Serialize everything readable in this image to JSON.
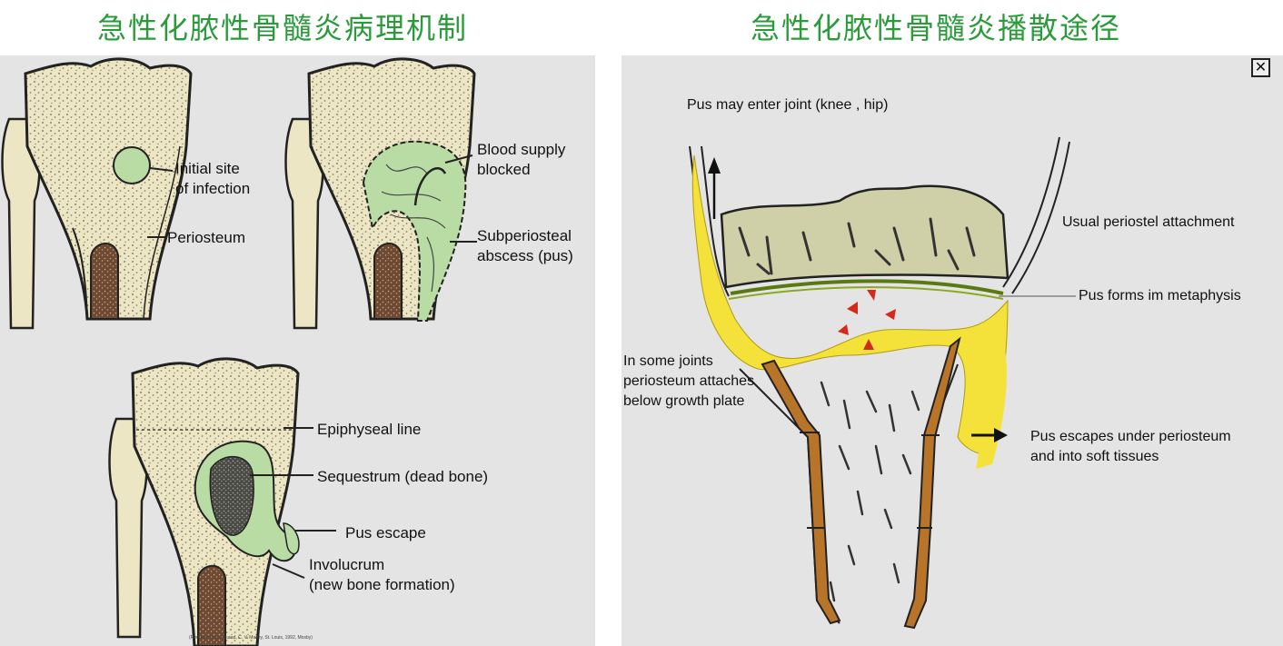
{
  "titles": {
    "left": "急性化脓性骨髓炎病理机制",
    "right": "急性化脓性骨髓炎播散途径"
  },
  "left_panel": {
    "fig1": {
      "initial_site": "Initial site\nof infection",
      "periosteum": "Periosteum"
    },
    "fig2": {
      "blood_supply": "Blood supply\nblocked",
      "subperiosteal": "Subperiosteal\nabscess (pus)"
    },
    "fig3": {
      "epiphyseal": "Epiphyseal line",
      "sequestrum": "Sequestrum (dead bone)",
      "pus_escape": "Pus escape",
      "involucrum": "Involucrum\n(new bone formation)"
    },
    "credit": "(Redrawn from Mourad, C. V. Mosby, St. Louis, 1992, Mosby)"
  },
  "right_panel": {
    "close_icon": "✕",
    "pus_joint": "Pus may enter joint (knee , hip)",
    "usual_attachment": "Usual periostel attachment",
    "pus_metaphysis": "Pus forms im metaphysis",
    "some_joints": "In some joints\nperiosteum attaches\nbelow growth plate",
    "pus_escapes": "Pus escapes under periosteum\nand into soft tissues"
  },
  "colors": {
    "title": "#2a9a3a",
    "bone": "#ece6c4",
    "pus_green": "#b9dca4",
    "marrow": "#6e4a32",
    "pus_yellow": "#f4e23a",
    "periosteum_brown": "#b8752a",
    "panel_bg": "#e4e4e4"
  }
}
